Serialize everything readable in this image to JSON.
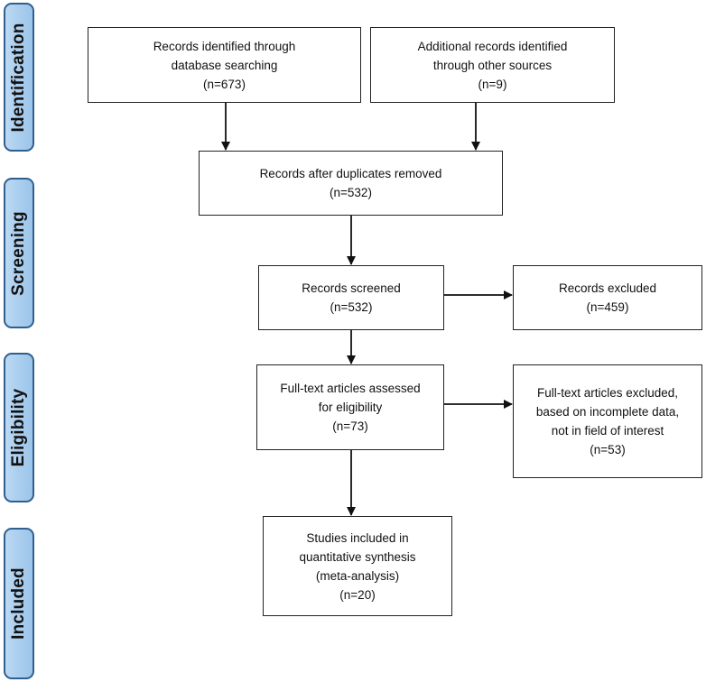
{
  "phases": {
    "identification": "Identification",
    "screening": "Screening",
    "eligibility": "Eligibility",
    "included": "Included"
  },
  "boxes": {
    "db_search": {
      "line1": "Records identified through",
      "line2": "database searching",
      "count": "(n=673)"
    },
    "other_sources": {
      "line1": "Additional records identified",
      "line2": "through other sources",
      "count": "(n=9)"
    },
    "duplicates_removed": {
      "line1": "Records after duplicates removed",
      "count": "(n=532)"
    },
    "screened": {
      "line1": "Records screened",
      "count": "(n=532)"
    },
    "excluded": {
      "line1": "Records excluded",
      "count": "(n=459)"
    },
    "fulltext_assessed": {
      "line1": "Full-text articles assessed",
      "line2": "for eligibility",
      "count": "(n=73)"
    },
    "fulltext_excluded": {
      "line1": "Full-text articles excluded,",
      "line2": "based on incomplete data,",
      "line3": "not in field of interest",
      "count": "(n=53)"
    },
    "included": {
      "line1": "Studies included in",
      "line2": "quantitative synthesis",
      "line3": "(meta-analysis)",
      "count": "(n=20)"
    }
  },
  "colors": {
    "phase_fill": "#a9cdee",
    "phase_border": "#2f5f8f",
    "box_border": "#222222",
    "arrow": "#111111"
  }
}
